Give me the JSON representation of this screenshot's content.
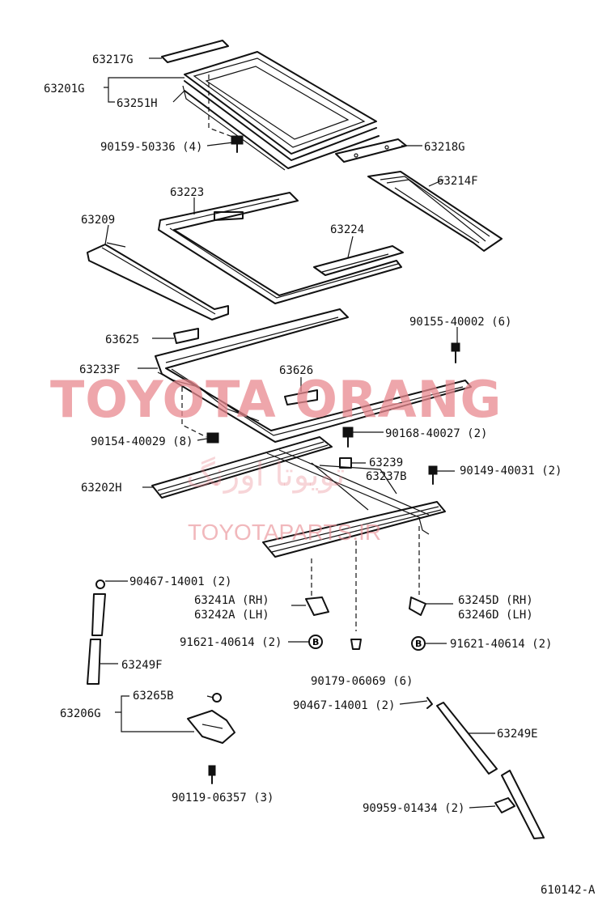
{
  "labels": {
    "p63217G": "63217G",
    "p63201G": "63201G",
    "p63251H": "63251H",
    "p90159": "90159-50336 (4)",
    "p63218G": "63218G",
    "p63214F": "63214F",
    "p63223": "63223",
    "p63209": "63209",
    "p63224": "63224",
    "p63625": "63625",
    "p90155": "90155-40002 (6)",
    "p63233F": "63233F",
    "p63626": "63626",
    "p90154": "90154-40029 (8)",
    "p90168": "90168-40027 (2)",
    "p63239": "63239",
    "p63237B": "63237B",
    "p90149": "90149-40031 (2)",
    "p63202H": "63202H",
    "p90467a": "90467-14001 (2)",
    "p63241A": "63241A (RH)",
    "p63242A": "63242A (LH)",
    "p63245D": "63245D (RH)",
    "p63246D": "63246D (LH)",
    "p91621a": "91621-40614 (2)",
    "p91621b": "91621-40614 (2)",
    "p63249F": "63249F",
    "p90179": "90179-06069 (6)",
    "p63265B": "63265B",
    "p63206G": "63206G",
    "p90467b": "90467-14001 (2)",
    "p63249E": "63249E",
    "p90119": "90119-06357 (3)",
    "p90959": "90959-01434 (2)",
    "diagram_code": "610142-A",
    "circle_b": "B"
  },
  "watermark": {
    "main": "TOYOTA ORANG",
    "url": "TOYOTAPARTS.IR"
  },
  "colors": {
    "ink": "#111111",
    "watermark": "#e8888f"
  }
}
